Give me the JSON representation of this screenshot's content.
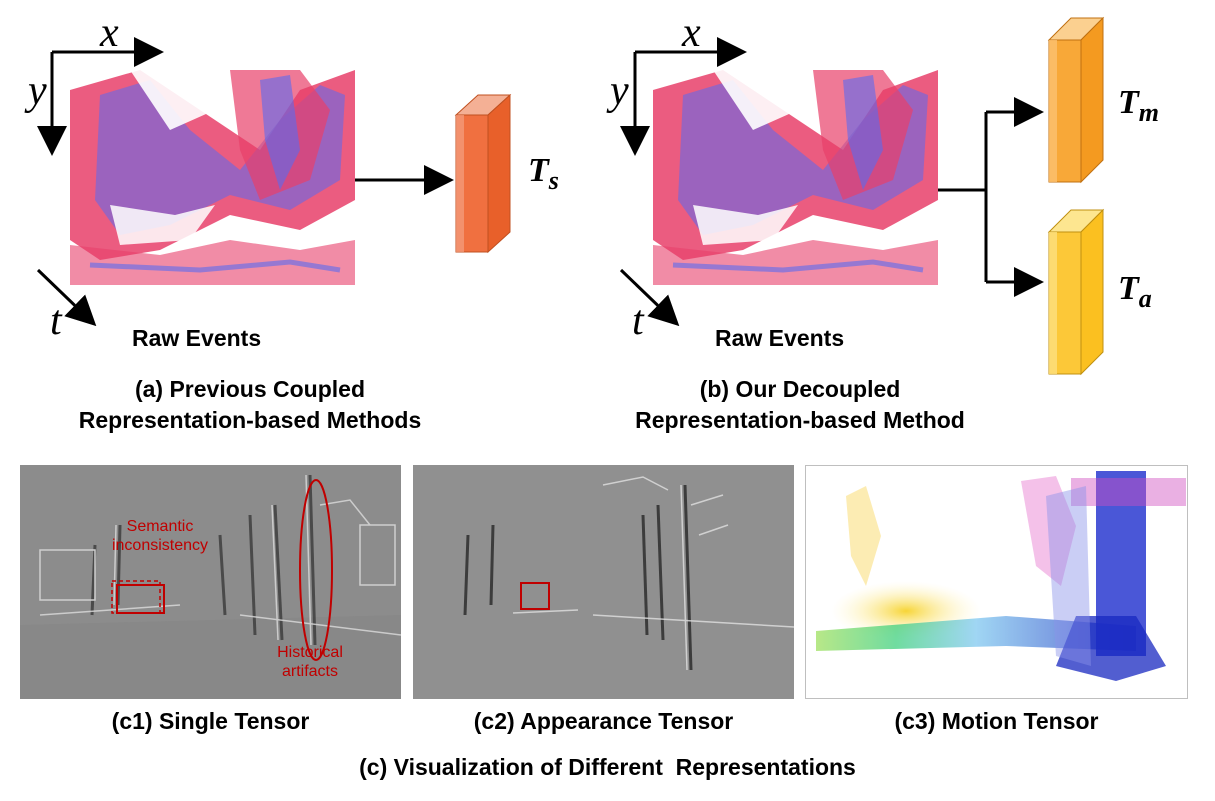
{
  "panel_a": {
    "axes": {
      "x": "x",
      "y": "y",
      "t": "t"
    },
    "raw_label": "Raw Events",
    "tensor": {
      "base": "T",
      "sub": "s",
      "color": "#f07040"
    },
    "caption_line1": "(a) Previous Coupled",
    "caption_line2": "Representation-based Methods"
  },
  "panel_b": {
    "axes": {
      "x": "x",
      "y": "y",
      "t": "t"
    },
    "raw_label": "Raw Events",
    "tensor_m": {
      "base": "T",
      "sub": "m",
      "color": "#f8a838"
    },
    "tensor_a": {
      "base": "T",
      "sub": "a",
      "color": "#fcc838"
    },
    "caption_line1": "(b) Our Decoupled",
    "caption_line2": "Representation-based Method"
  },
  "panel_c": {
    "c1": {
      "caption": "(c1) Single Tensor",
      "annotation_semantic_line1": "Semantic",
      "annotation_semantic_line2": "inconsistency",
      "annotation_historical_line1": "Historical",
      "annotation_historical_line2": "artifacts"
    },
    "c2": {
      "caption": "(c2) Appearance Tensor"
    },
    "c3": {
      "caption": "(c3) Motion Tensor"
    },
    "caption": "(c) Visualization of Different  Representations"
  },
  "colors": {
    "event_red": "#e8406a",
    "event_blue": "#5a6af0",
    "annotation_red": "#c00000"
  }
}
